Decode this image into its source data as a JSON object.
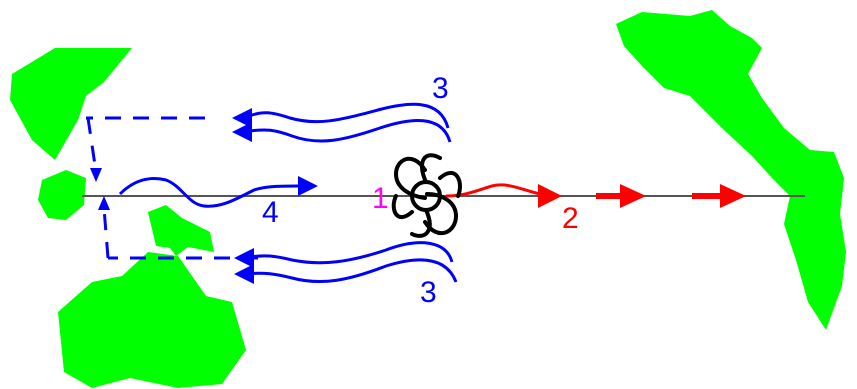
{
  "colors": {
    "land": "#00ff00",
    "wave_blue": "#0000ff",
    "kelvin_red": "#ff0000",
    "cyclone": "#000000",
    "equator": "#555555",
    "onset_label": "#ff00ff"
  },
  "labels": {
    "onset": "1",
    "kelvin": "2",
    "rossby_north": "3",
    "rossby_south": "3",
    "return": "4"
  },
  "icons": {
    "cyclone": "cyclone-icon"
  }
}
